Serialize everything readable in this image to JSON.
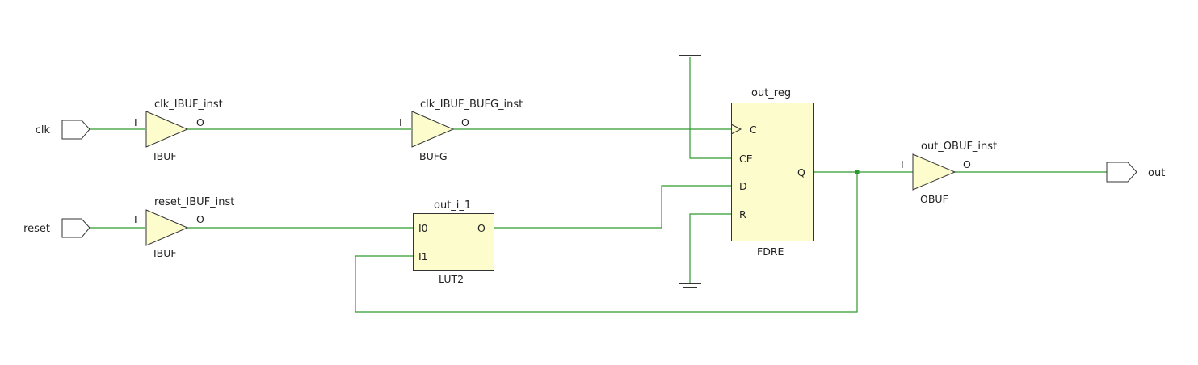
{
  "ports": {
    "clk": "clk",
    "reset": "reset",
    "out": "out"
  },
  "cells": {
    "clk_ibuf": {
      "name": "clk_IBUF_inst",
      "type": "IBUF",
      "pin_in": "I",
      "pin_out": "O"
    },
    "reset_ibuf": {
      "name": "reset_IBUF_inst",
      "type": "IBUF",
      "pin_in": "I",
      "pin_out": "O"
    },
    "clk_bufg": {
      "name": "clk_IBUF_BUFG_inst",
      "type": "BUFG",
      "pin_in": "I",
      "pin_out": "O"
    },
    "lut": {
      "name": "out_i_1",
      "type": "LUT2",
      "pin_i0": "I0",
      "pin_i1": "I1",
      "pin_out": "O"
    },
    "reg": {
      "name": "out_reg",
      "type": "FDRE",
      "pin_c": "C",
      "pin_ce": "CE",
      "pin_d": "D",
      "pin_r": "R",
      "pin_q": "Q"
    },
    "obuf": {
      "name": "out_OBUF_inst",
      "type": "OBUF",
      "pin_in": "I",
      "pin_out": "O"
    }
  },
  "colors": {
    "wire": "#2e9a2e",
    "cell_fill": "#fdfccc",
    "outline": "#333333"
  }
}
